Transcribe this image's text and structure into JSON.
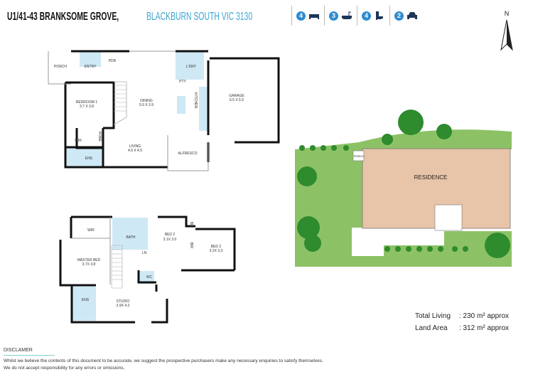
{
  "header": {
    "title": "U1/41-43 BRANKSOME GROVE,",
    "location": "BLACKBURN SOUTH VIC 3130"
  },
  "features": [
    {
      "count": "4",
      "icon": "bed-icon"
    },
    {
      "count": "3",
      "icon": "bath-icon"
    },
    {
      "count": "4",
      "icon": "toilet-icon"
    },
    {
      "count": "2",
      "icon": "car-icon"
    }
  ],
  "compass": {
    "label": "N"
  },
  "ground_floor": {
    "rooms": {
      "porch": "PORCH",
      "entry": "ENTRY",
      "pdr": "PDR",
      "laundry": "L'DRY",
      "pantry": "PTY",
      "dining": "DINING",
      "dining_size": "5.9 X 3.9",
      "bedroom1": "BEDROOM 1",
      "bedroom1_size": "3.7 X 3.8",
      "kitchen": "KITCHEN",
      "garage": "GARAGE",
      "garage_size": "6.5 X 5.5",
      "wir": "WIR",
      "robe": "ROBE",
      "ens": "ENS",
      "living": "LIVING",
      "living_size": "4.6 X 4.5",
      "alfresco": "ALFRESCO"
    }
  },
  "first_floor": {
    "rooms": {
      "wir": "WIR",
      "bath": "BATH",
      "bed2a": "BED 2",
      "bed2a_size": "3.1X 3.0",
      "bir1": "BIR",
      "bir2": "BIR",
      "bed2b": "BED 2",
      "bed2b_size": "3.2X 3.3",
      "ln": "LN",
      "master": "MASTER BED",
      "master_size": "3.7X 3.8",
      "wc": "WC",
      "ens": "ENS",
      "studio": "STUDIO",
      "studio_size": "3.9X 4.2"
    }
  },
  "site_plan": {
    "residence": "RESIDENCE",
    "porch": "PORCH"
  },
  "areas": [
    {
      "label": "Total Living",
      "value": ": 230 m² approx"
    },
    {
      "label": "Land Area",
      "value": ": 312 m² approx"
    }
  ],
  "disclaimer": {
    "title": "DISCLAMER",
    "line1": "Whilst we believe the contents of this document to be accurate, we suggest the prospective purchasers make any necessary enquiries to satisfy themselves.",
    "line2": "We do not accept responsibility for any errors or omissions."
  },
  "colors": {
    "accent": "#3ea6d2",
    "wet_area": "#cfe8f5",
    "wall": "#111111",
    "lawn": "#8cc265",
    "tree": "#2e8b2e",
    "residence": "#e8c4a8"
  }
}
